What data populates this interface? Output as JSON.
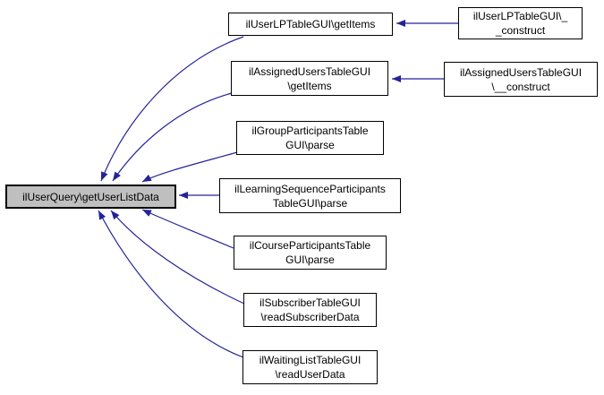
{
  "diagram": {
    "type": "caller-graph",
    "colors": {
      "edge": "#23239a",
      "node_fill": "#ffffff",
      "node_border": "#000000",
      "highlight_fill": "#bfbfbf",
      "background": "#ffffff"
    },
    "main_node": {
      "label": "ilUserQuery\\getUserListData",
      "highlighted": true
    },
    "callers": [
      {
        "line1": "ilUserLPTableGUI\\getItems",
        "line2": ""
      },
      {
        "line1": "ilAssignedUsersTableGUI",
        "line2": "\\getItems"
      },
      {
        "line1": "ilGroupParticipantsTable",
        "line2": "GUI\\parse"
      },
      {
        "line1": "ilLearningSequenceParticipants",
        "line2": "TableGUI\\parse"
      },
      {
        "line1": "ilCourseParticipantsTable",
        "line2": "GUI\\parse"
      },
      {
        "line1": "ilSubscriberTableGUI",
        "line2": "\\readSubscriberData"
      },
      {
        "line1": "ilWaitingListTableGUI",
        "line2": "\\readUserData"
      }
    ],
    "grandcallers": [
      {
        "line1": "ilUserLPTableGUI\\_",
        "line2": "_construct"
      },
      {
        "line1": "ilAssignedUsersTableGUI",
        "line2": "\\__construct"
      }
    ]
  }
}
